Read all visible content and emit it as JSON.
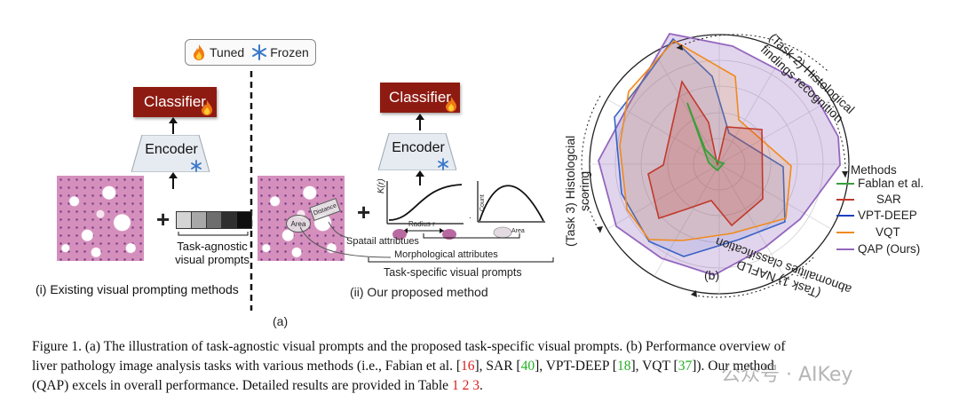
{
  "legend": {
    "tuned": "Tuned",
    "frozen": "Frozen"
  },
  "left_panel": {
    "classifier": "Classifier",
    "encoder": "Encoder",
    "prompt_caption_1": "Task-agnostic",
    "prompt_caption_2": "visual prompts",
    "caption": "(i) Existing visual prompting methods",
    "plus": "+",
    "prompt_colors": [
      "#d4d4d4",
      "#a8a8a8",
      "#6e6e6e",
      "#2f2f2f",
      "#0e0e0e"
    ]
  },
  "right_panel": {
    "classifier": "Classifier",
    "encoder": "Encoder",
    "plus": "+",
    "k_axis": "K(r)",
    "radius_label": "Radius r",
    "count_label": "Count",
    "area_label": "Area",
    "area_tag": "Area",
    "distance_tag": "Distance",
    "spatial": "Spatail attribtues",
    "morph": "Morphological attributes",
    "task_specific": "Task-specific visual prompts",
    "caption": "(ii) Our proposed method",
    "dot": "."
  },
  "sub_a": "(a)",
  "sub_b": "(b)",
  "radar": {
    "task2_line1": "(Task 2) Histological",
    "task2_line2": "findings recognition",
    "task3_line1": "(Task 3) Histologcial",
    "task3_line2": "scoring",
    "task1_line1": "(Task 1) NAFLD",
    "task1_line2": "abnomalities classification",
    "methods_title": "Methods",
    "methods": [
      {
        "name": "Fablan et al.",
        "color": "#3a9e3a"
      },
      {
        "name": "SAR",
        "color": "#c0392b"
      },
      {
        "name": "VPT-DEEP",
        "color": "#1f3fbf"
      },
      {
        "name": "VQT",
        "color": "#f08a1c"
      },
      {
        "name": "QAP (Ours)",
        "color": "#9467bd"
      }
    ]
  },
  "caption": {
    "p1": "Figure 1. (a) The illustration of task-agnostic visual prompts and the proposed task-specific visual prompts. (b) Performance overview of",
    "p2": "liver pathology image analysis tasks with various methods (i.e., Fabian et al. [",
    "r16": "16",
    "p3": "], SAR [",
    "r40": "40",
    "p4": "], VPT-DEEP [",
    "r18": "18",
    "p5": "], VQT [",
    "r37": "37",
    "p6": "]). Our method",
    "p7": "(QAP) excels in overall performance. Detailed results are provided in Table ",
    "t1": "1",
    "t2": "2",
    "t3": "3",
    "p8": "."
  },
  "watermark": "公众号 · AIKey"
}
